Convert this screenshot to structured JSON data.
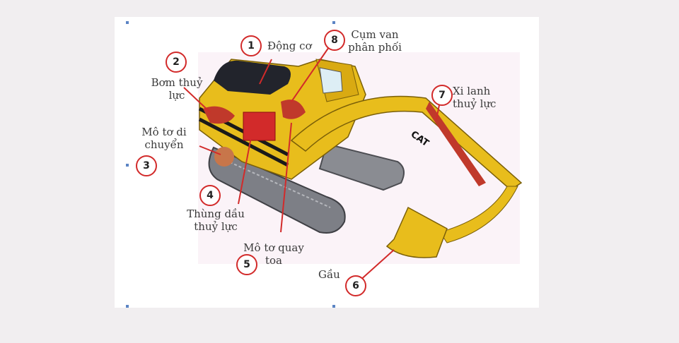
{
  "diagram": {
    "colors": {
      "body": "#e8bd1c",
      "accent": "#d22a2a",
      "track": "#7d7f86",
      "engine": "#22242c"
    },
    "parts": [
      {
        "number": "1",
        "label": "Động cơ"
      },
      {
        "number": "2",
        "label": "Bơm thuỷ lực"
      },
      {
        "number": "3",
        "label": "Mô tơ di chuyển"
      },
      {
        "number": "4",
        "label": "Thùng dầu thuỷ lực"
      },
      {
        "number": "5",
        "label": "Mô tơ quay toa"
      },
      {
        "number": "6",
        "label": "Gầu"
      },
      {
        "number": "7",
        "label": "Xi lanh thuỷ lực"
      },
      {
        "number": "8",
        "label": "Cụm van phân phối"
      }
    ],
    "brand_logo": "CAT"
  }
}
